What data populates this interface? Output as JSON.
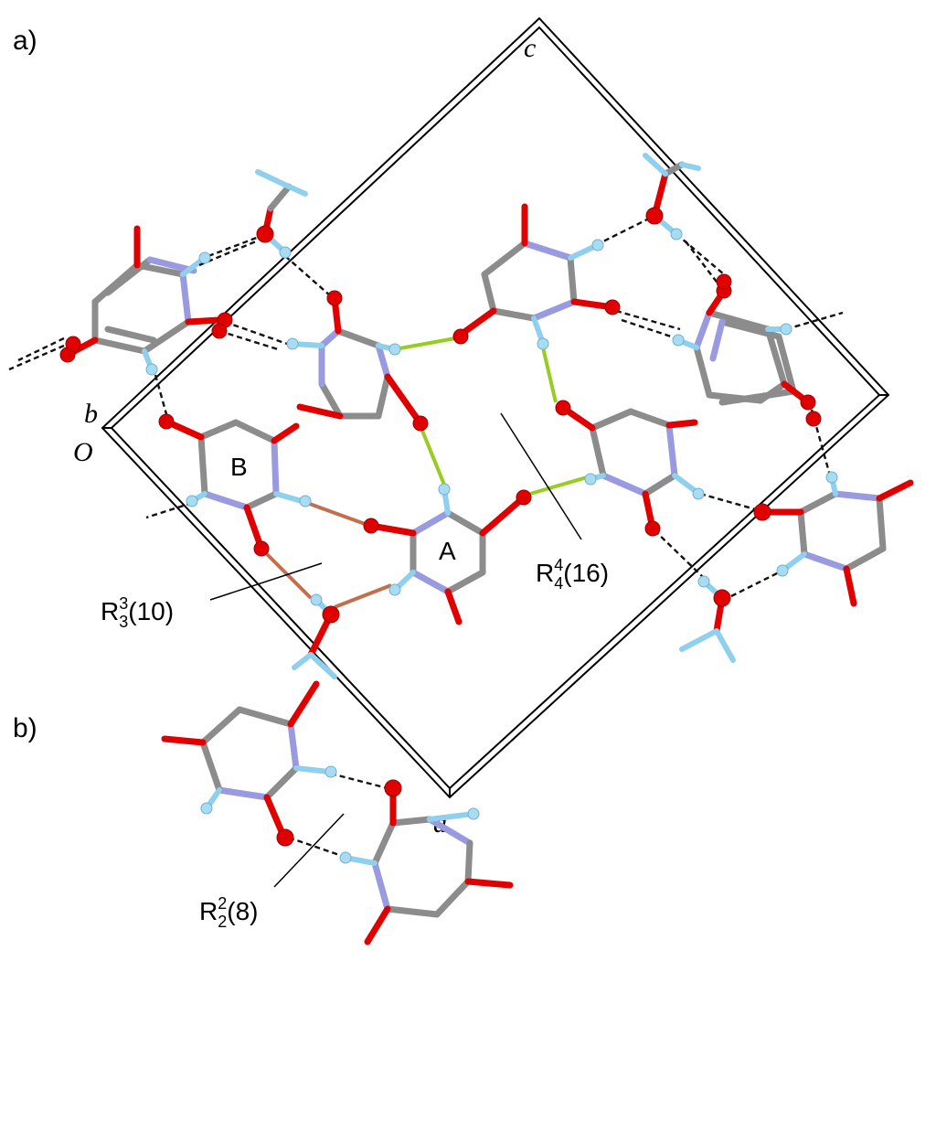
{
  "panels": {
    "a": {
      "label": "a)"
    },
    "b": {
      "label": "b)"
    }
  },
  "axes": {
    "a": "a",
    "b": "b",
    "c": "c",
    "origin": "O"
  },
  "rings": {
    "A": "A",
    "B": "B"
  },
  "motifs": {
    "r33": {
      "base": "R",
      "sup": "3",
      "sub": "3",
      "count": "(10)"
    },
    "r44": {
      "base": "R",
      "sup": "4",
      "sub": "4",
      "count": "(16)"
    },
    "r22": {
      "base": "R",
      "sup": "2",
      "sub": "2",
      "count": "(8)"
    }
  },
  "colors": {
    "carbon": "#8c8c8c",
    "nitrogen": "#9a9ae0",
    "oxygen": "#e00000",
    "hydrogen": "#a8dcf2",
    "hbond_green": "#99cc22",
    "hbond_brown": "#c07050"
  }
}
